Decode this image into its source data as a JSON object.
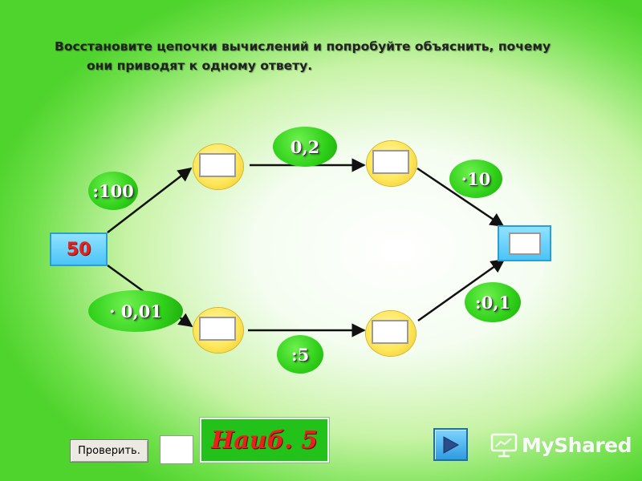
{
  "instruction": {
    "line1": "Восстановите цепочки вычислений и попробуйте объяснить, почему",
    "line2": "они приводят к одному ответу."
  },
  "start_value": "50",
  "operations": {
    "upper_1": ":100",
    "upper_2": "0,2",
    "upper_3": "·10",
    "lower_1": "· 0,01",
    "lower_2": ":5",
    "lower_3": ":0,1"
  },
  "controls": {
    "check_button": "Проверить.",
    "best_label": "Наиб. 5"
  },
  "watermark": {
    "text": "MyShared"
  },
  "colors": {
    "operation_green": "#2fd019",
    "node_yellow": "#ffe75a",
    "start_blue": "#4cc4f6",
    "best_panel": "#22c21a",
    "best_text": "#e8221a"
  }
}
